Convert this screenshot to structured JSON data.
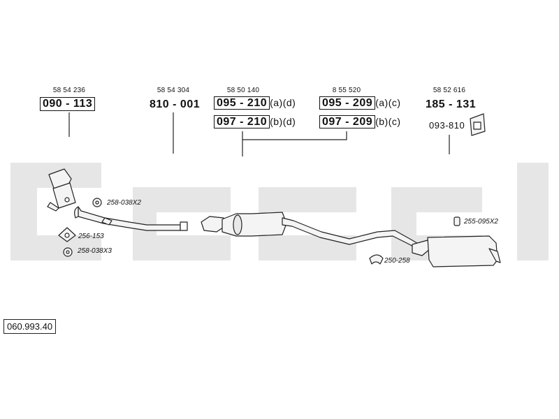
{
  "document_code": "060.993.40",
  "parts": [
    {
      "ref": "58 54 236",
      "code": "090 - 113",
      "boxed": true
    },
    {
      "ref": "58 54 304",
      "code": "810 - 001",
      "boxed": false
    },
    {
      "ref": "58 50 140",
      "variants": [
        {
          "code": "095 - 210",
          "suffix": "(a)(d)"
        },
        {
          "code": "097 - 210",
          "suffix": "(b)(d)"
        }
      ]
    },
    {
      "ref": "8 55 520",
      "variants": [
        {
          "code": "095 - 209",
          "suffix": "(a)(c)"
        },
        {
          "code": "097 - 209",
          "suffix": "(b)(c)"
        }
      ]
    },
    {
      "ref": "58 52 616",
      "code": "185 - 131",
      "boxed": false,
      "accessory": "093-810"
    }
  ],
  "small_parts": [
    {
      "label": "258-038X2"
    },
    {
      "label": "256-153"
    },
    {
      "label": "258-038X3"
    },
    {
      "label": "255-095X2"
    },
    {
      "label": "250-258"
    }
  ],
  "colors": {
    "watermark": "#e6e6e6",
    "line": "#222222",
    "fill": "#f4f4f4"
  }
}
